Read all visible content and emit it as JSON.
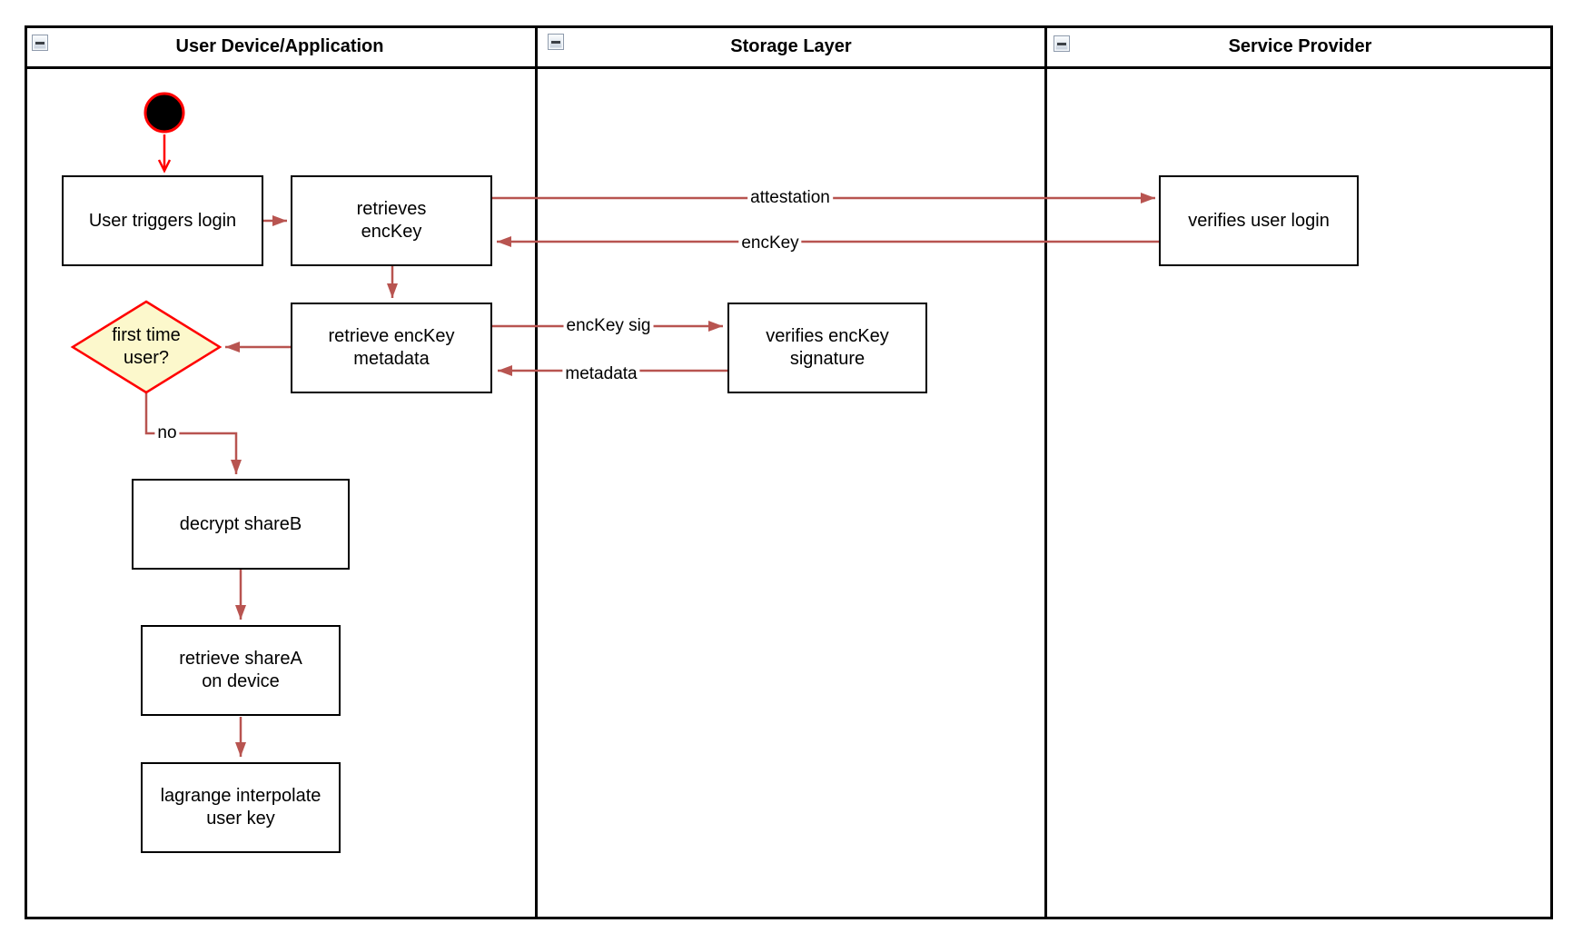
{
  "lanes": [
    {
      "title": "User Device/Application"
    },
    {
      "title": "Storage Layer"
    },
    {
      "title": "Service Provider"
    }
  ],
  "nodes": {
    "user_triggers_login": "User triggers login",
    "retrieves_enckey": "retrieves\nencKey",
    "verifies_user_login": "verifies user login",
    "retrieve_enckey_metadata": "retrieve encKey\nmetadata",
    "verifies_enckey_signature": "verifies encKey\nsignature",
    "first_time_user": "first time\nuser?",
    "decrypt_shareb": "decrypt shareB",
    "retrieve_sharea_on_device": "retrieve shareA\non device",
    "lagrange_interpolate_user_key": "lagrange interpolate\nuser key"
  },
  "edge_labels": {
    "attestation": "attestation",
    "enckey": "encKey",
    "enckey_sig": "encKey sig",
    "metadata": "metadata",
    "no": "no"
  },
  "colors": {
    "flow_arrow": "#b85450",
    "start_node_stroke": "#ff0000",
    "start_node_fill": "#000000",
    "decision_fill": "#fcf8cc",
    "decision_stroke": "#ff0000",
    "shape_border": "#000000",
    "shape_fill": "#ffffff"
  }
}
